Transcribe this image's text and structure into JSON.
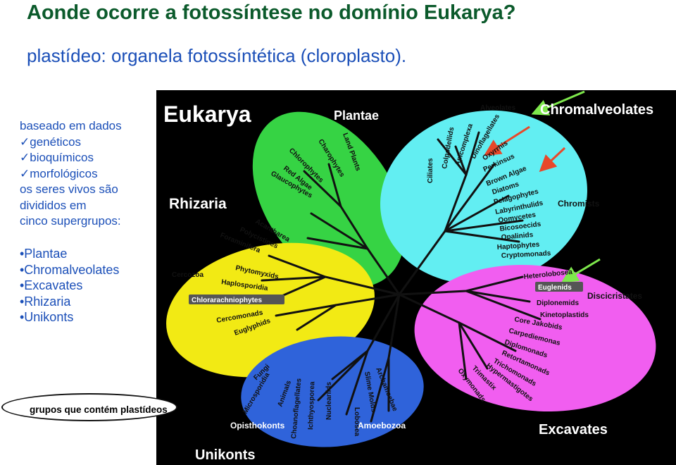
{
  "title": "Aonde ocorre a fotossíntese no domínio Eukarya?",
  "subtitle": "plastídeo: organela fotossíntética (cloroplasto).",
  "notes": {
    "line1": "baseado em dados",
    "check1": "✓genéticos",
    "check2": "✓bioquímicos",
    "check3": "✓morfológicos",
    "line2": "os seres vivos são",
    "line3": "divididos em",
    "line4": "cinco supergrupos:"
  },
  "groups": [
    "•Plantae",
    "•Chromalveolates",
    "•Excavates",
    "•Rhizaria",
    "•Unikonts"
  ],
  "caption": "grupos que contém plastídeos",
  "tree": {
    "domain_label": "Eukarya",
    "supergroups": {
      "plantae": "Plantae",
      "chromalveolates": "Chromalveolates",
      "chromists": "Chromists",
      "rhizaria": "Rhizaria",
      "excavates": "Excavates",
      "discicristates": "Discicristates",
      "unikonts": "Unikonts",
      "opisthokonts": "Opisthokonts",
      "amoebozoa": "Amoebozoa"
    },
    "taxa": {
      "plantae": [
        "Land Plants",
        "Charophytes",
        "Chlorophytes",
        "Red Algae",
        "Glaucophytes"
      ],
      "alveolates": [
        "Alveolates",
        "Ciliates",
        "Colpodellids",
        "Apicomplexa",
        "Dinoflagellates",
        "Oxyrrhis",
        "Perkinsus"
      ],
      "chromists": [
        "Brown Algae",
        "Diatoms",
        "Pelagophytes",
        "Labyrinthulids",
        "Oomycetes",
        "Bicosoecids",
        "Opalinids",
        "Haptophytes",
        "Cryptomonads"
      ],
      "rhizaria": [
        "Acantharea",
        "Polycistines",
        "Foraminifera",
        "Phytomyxids",
        "Haplosporidia",
        "Cercozoa",
        "Chlorarachniophytes",
        "Cercomonads",
        "Euglyphids"
      ],
      "excavates": [
        "Heterolobosea",
        "Euglenids",
        "Diplonemids",
        "Kinetoplastids",
        "Core Jakobids",
        "Carpediemonas",
        "Diplomonads",
        "Retortamonads",
        "Trichomonads",
        "Hypermastigotes",
        "Trimastix",
        "Oxymonads"
      ],
      "unikonts": [
        "Fungi",
        "Microsporidia",
        "Animals",
        "Choanoflagellates",
        "Ichthyosporea",
        "Nucleariids",
        "Lobosea",
        "Slime Molds",
        "Archamoebae"
      ]
    },
    "colors": {
      "plantae": "#36d344",
      "chromalveolates": "#62eef2",
      "rhizaria": "#f2ea14",
      "excavates": "#f15ef0",
      "unikonts": "#2f63da",
      "green_arrow": "#7ee84c",
      "red_arrow": "#e8482a"
    }
  }
}
